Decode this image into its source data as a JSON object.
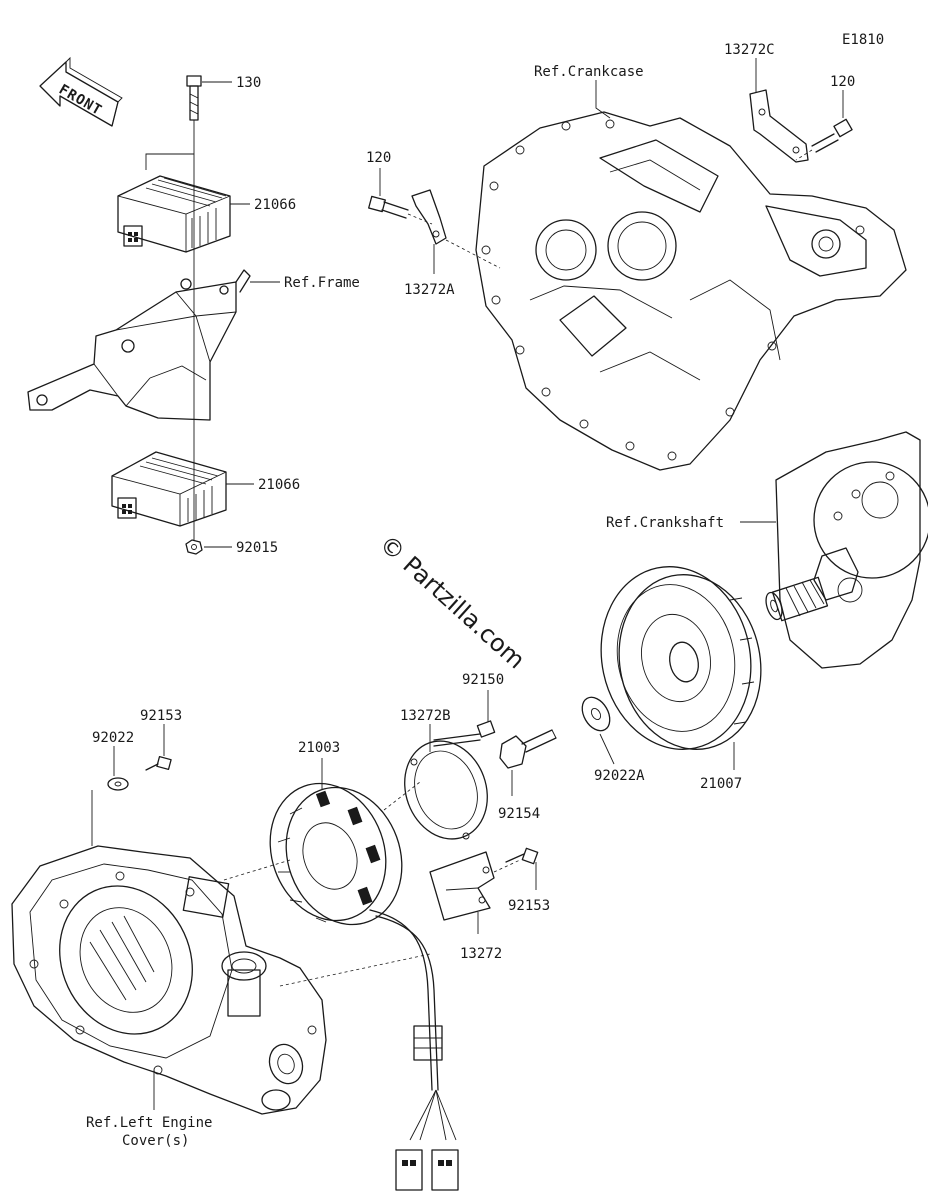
{
  "diagram_code": "E1810",
  "front_label": "FRONT",
  "watermark": "© Partzilla.com",
  "labels": {
    "p130": "130",
    "p21066_top": "21066",
    "ref_frame": "Ref.Frame",
    "p21066_bottom": "21066",
    "p92015": "92015",
    "ref_crankcase": "Ref.Crankcase",
    "p13272c": "13272C",
    "p120_right": "120",
    "p120_left": "120",
    "p13272a": "13272A",
    "ref_crankshaft": "Ref.Crankshaft",
    "p92150": "92150",
    "p13272b": "13272B",
    "p21003": "21003",
    "p92153_top": "92153",
    "p92022": "92022",
    "p92154": "92154",
    "p92022a": "92022A",
    "p21007": "21007",
    "p92153_bottom": "92153",
    "p13272": "13272",
    "ref_left_cover_line1": "Ref.Left Engine",
    "ref_left_cover_line2": "Cover(s)"
  }
}
